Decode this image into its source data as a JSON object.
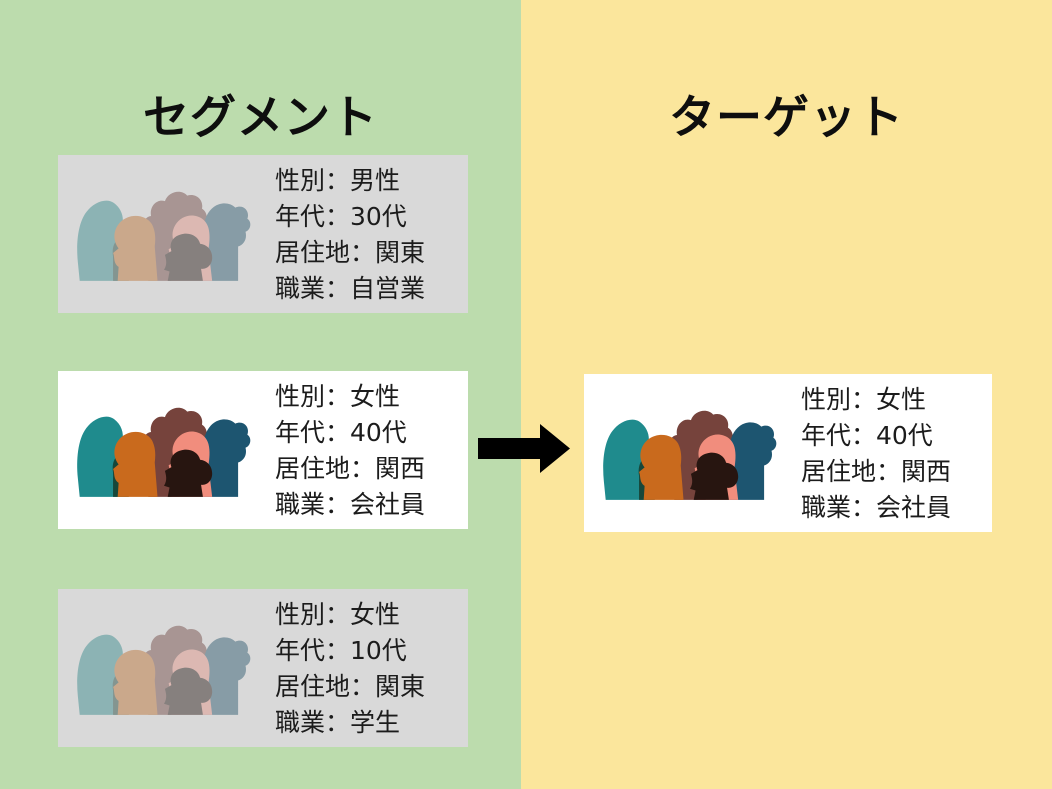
{
  "colors": {
    "segment_panel_bg": "#bcdcad",
    "target_panel_bg": "#fbe69c",
    "card_inactive_bg": "#d9d9d9",
    "card_active_bg": "#ffffff",
    "title_text": "#0e0e0e",
    "body_text": "#1c1c1c",
    "arrow": "#000000",
    "people_palette": {
      "teal_hijab": "#1f8b8d",
      "dark_green_face": "#17473a",
      "maroon_curly": "#76433c",
      "orange": "#c96a1d",
      "navy_bun": "#1d5570",
      "salmon": "#f18d7d",
      "dark_brown": "#271510"
    }
  },
  "segment_panel": {
    "title": "セグメント",
    "cards": [
      {
        "id": "segment-1",
        "state": "inactive",
        "lines": [
          "性別：男性",
          "年代：30代",
          "居住地：関東",
          "職業：自営業"
        ]
      },
      {
        "id": "segment-2",
        "state": "active",
        "lines": [
          "性別：女性",
          "年代：40代",
          "居住地：関西",
          "職業：会社員"
        ]
      },
      {
        "id": "segment-3",
        "state": "inactive",
        "lines": [
          "性別：女性",
          "年代：10代",
          "居住地：関東",
          "職業：学生"
        ]
      }
    ]
  },
  "target_panel": {
    "title": "ターゲット",
    "card": {
      "id": "target",
      "state": "active",
      "lines": [
        "性別：女性",
        "年代：40代",
        "居住地：関西",
        "職業：会社員"
      ]
    }
  },
  "arrow": {
    "direction": "right"
  }
}
